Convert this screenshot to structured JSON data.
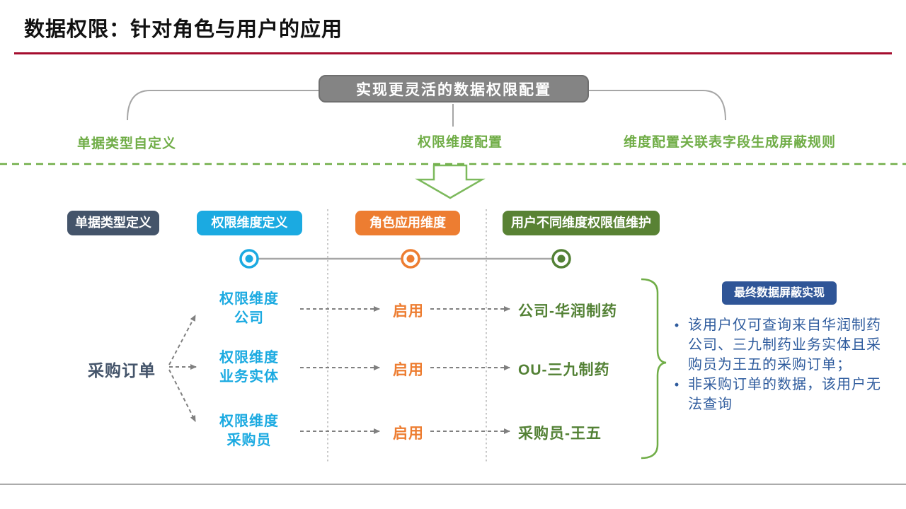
{
  "title": "数据权限：针对角色与用户的应用",
  "flow": {
    "main_box": "实现更灵活的数据权限配置",
    "branches": [
      "单据类型自定义",
      "权限维度配置",
      "维度配置关联表字段生成屏蔽规则"
    ]
  },
  "columns": [
    {
      "label": "单据类型定义",
      "color": "#44546A"
    },
    {
      "label": "权限维度定义",
      "color": "#1BAAE1"
    },
    {
      "label": "角色应用维度",
      "color": "#ED7D31"
    },
    {
      "label": "用户不同维度权限值维护",
      "color": "#598234"
    }
  ],
  "source_label": "采购订单",
  "rows": [
    {
      "dim_line1": "权限维度",
      "dim_line2": "公司",
      "status": "启用",
      "value": "公司-华润制药"
    },
    {
      "dim_line1": "权限维度",
      "dim_line2": "业务实体",
      "status": "启用",
      "value": "OU-三九制药"
    },
    {
      "dim_line1": "权限维度",
      "dim_line2": "采购员",
      "status": "启用",
      "value": "采购员-王五"
    }
  ],
  "result": {
    "title": "最终数据屏蔽实现",
    "bullets": [
      "该用户仅可查询来自华润制药公司、三九制药业务实体且采购员为王五的采购订单；",
      "非采购订单的数据，该用户无法查询"
    ]
  },
  "palette": {
    "title_underline_red": "#A50D2E",
    "flow_box_gray": "#848484",
    "green_accent": "#70AD47",
    "dark_slate": "#44546A",
    "cyan": "#1BAAE1",
    "orange": "#ED7D31",
    "olive_green": "#598234",
    "dark_green": "#538135",
    "result_blue": "#2F5597",
    "bullet_text_blue": "#2E5B9D"
  }
}
